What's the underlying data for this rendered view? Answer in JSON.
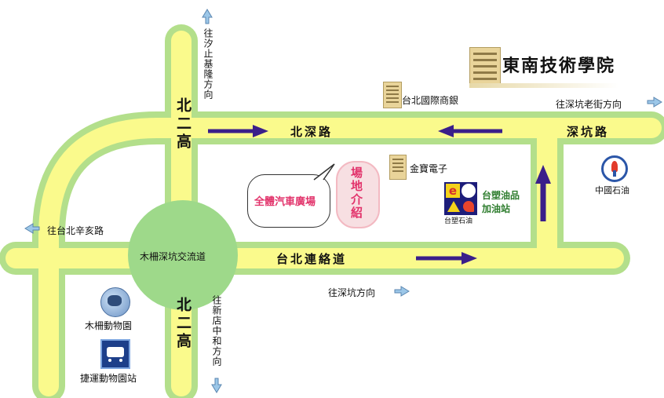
{
  "map": {
    "colors": {
      "road_fill": "#fafa8c",
      "road_border": "#b3df8b",
      "arrow": "#3a1f8a",
      "roundabout": "#9ed98a",
      "pink": "#e2336b"
    },
    "title": "東南技術學院",
    "roads": {
      "north_deep_road": "北深路",
      "shenkeng_road": "深坑路",
      "taipei_east_road": "台北連絡道",
      "freeway_north": "北二高",
      "freeway_south": "北二高",
      "roundabout": "木柵深坑交流道"
    },
    "directions": {
      "to_xizhi_keelung": "往汐止基隆方向",
      "to_shenkeng_old_street": "往深坑老街方向",
      "to_taipei_xinhai": "往台北辛亥路",
      "to_shenkeng": "往深坑方向",
      "to_xindian_zhonghe": "往新店中和方向"
    },
    "landmarks": {
      "intl_bank": "台北國際商銀",
      "jinbao": "金寶電子",
      "cpc": "中國石油",
      "formosa_station_line1": "台塑油品",
      "formosa_station_line2": "加油站",
      "formosa_logo_caption": "台塑石油",
      "zoo": "木柵動物園",
      "mrt_zoo": "捷運動物園站"
    },
    "venue": {
      "callout": "全體汽車廣場",
      "intro": "場地介紹"
    },
    "icons": {
      "building": "building-icon",
      "cpc": "cpc-torch-icon",
      "formosa": "formosa-logo-icon",
      "zoo": "zoo-globe-icon",
      "mrt": "mrt-bus-icon",
      "arrow": "direction-arrow-icon"
    }
  }
}
